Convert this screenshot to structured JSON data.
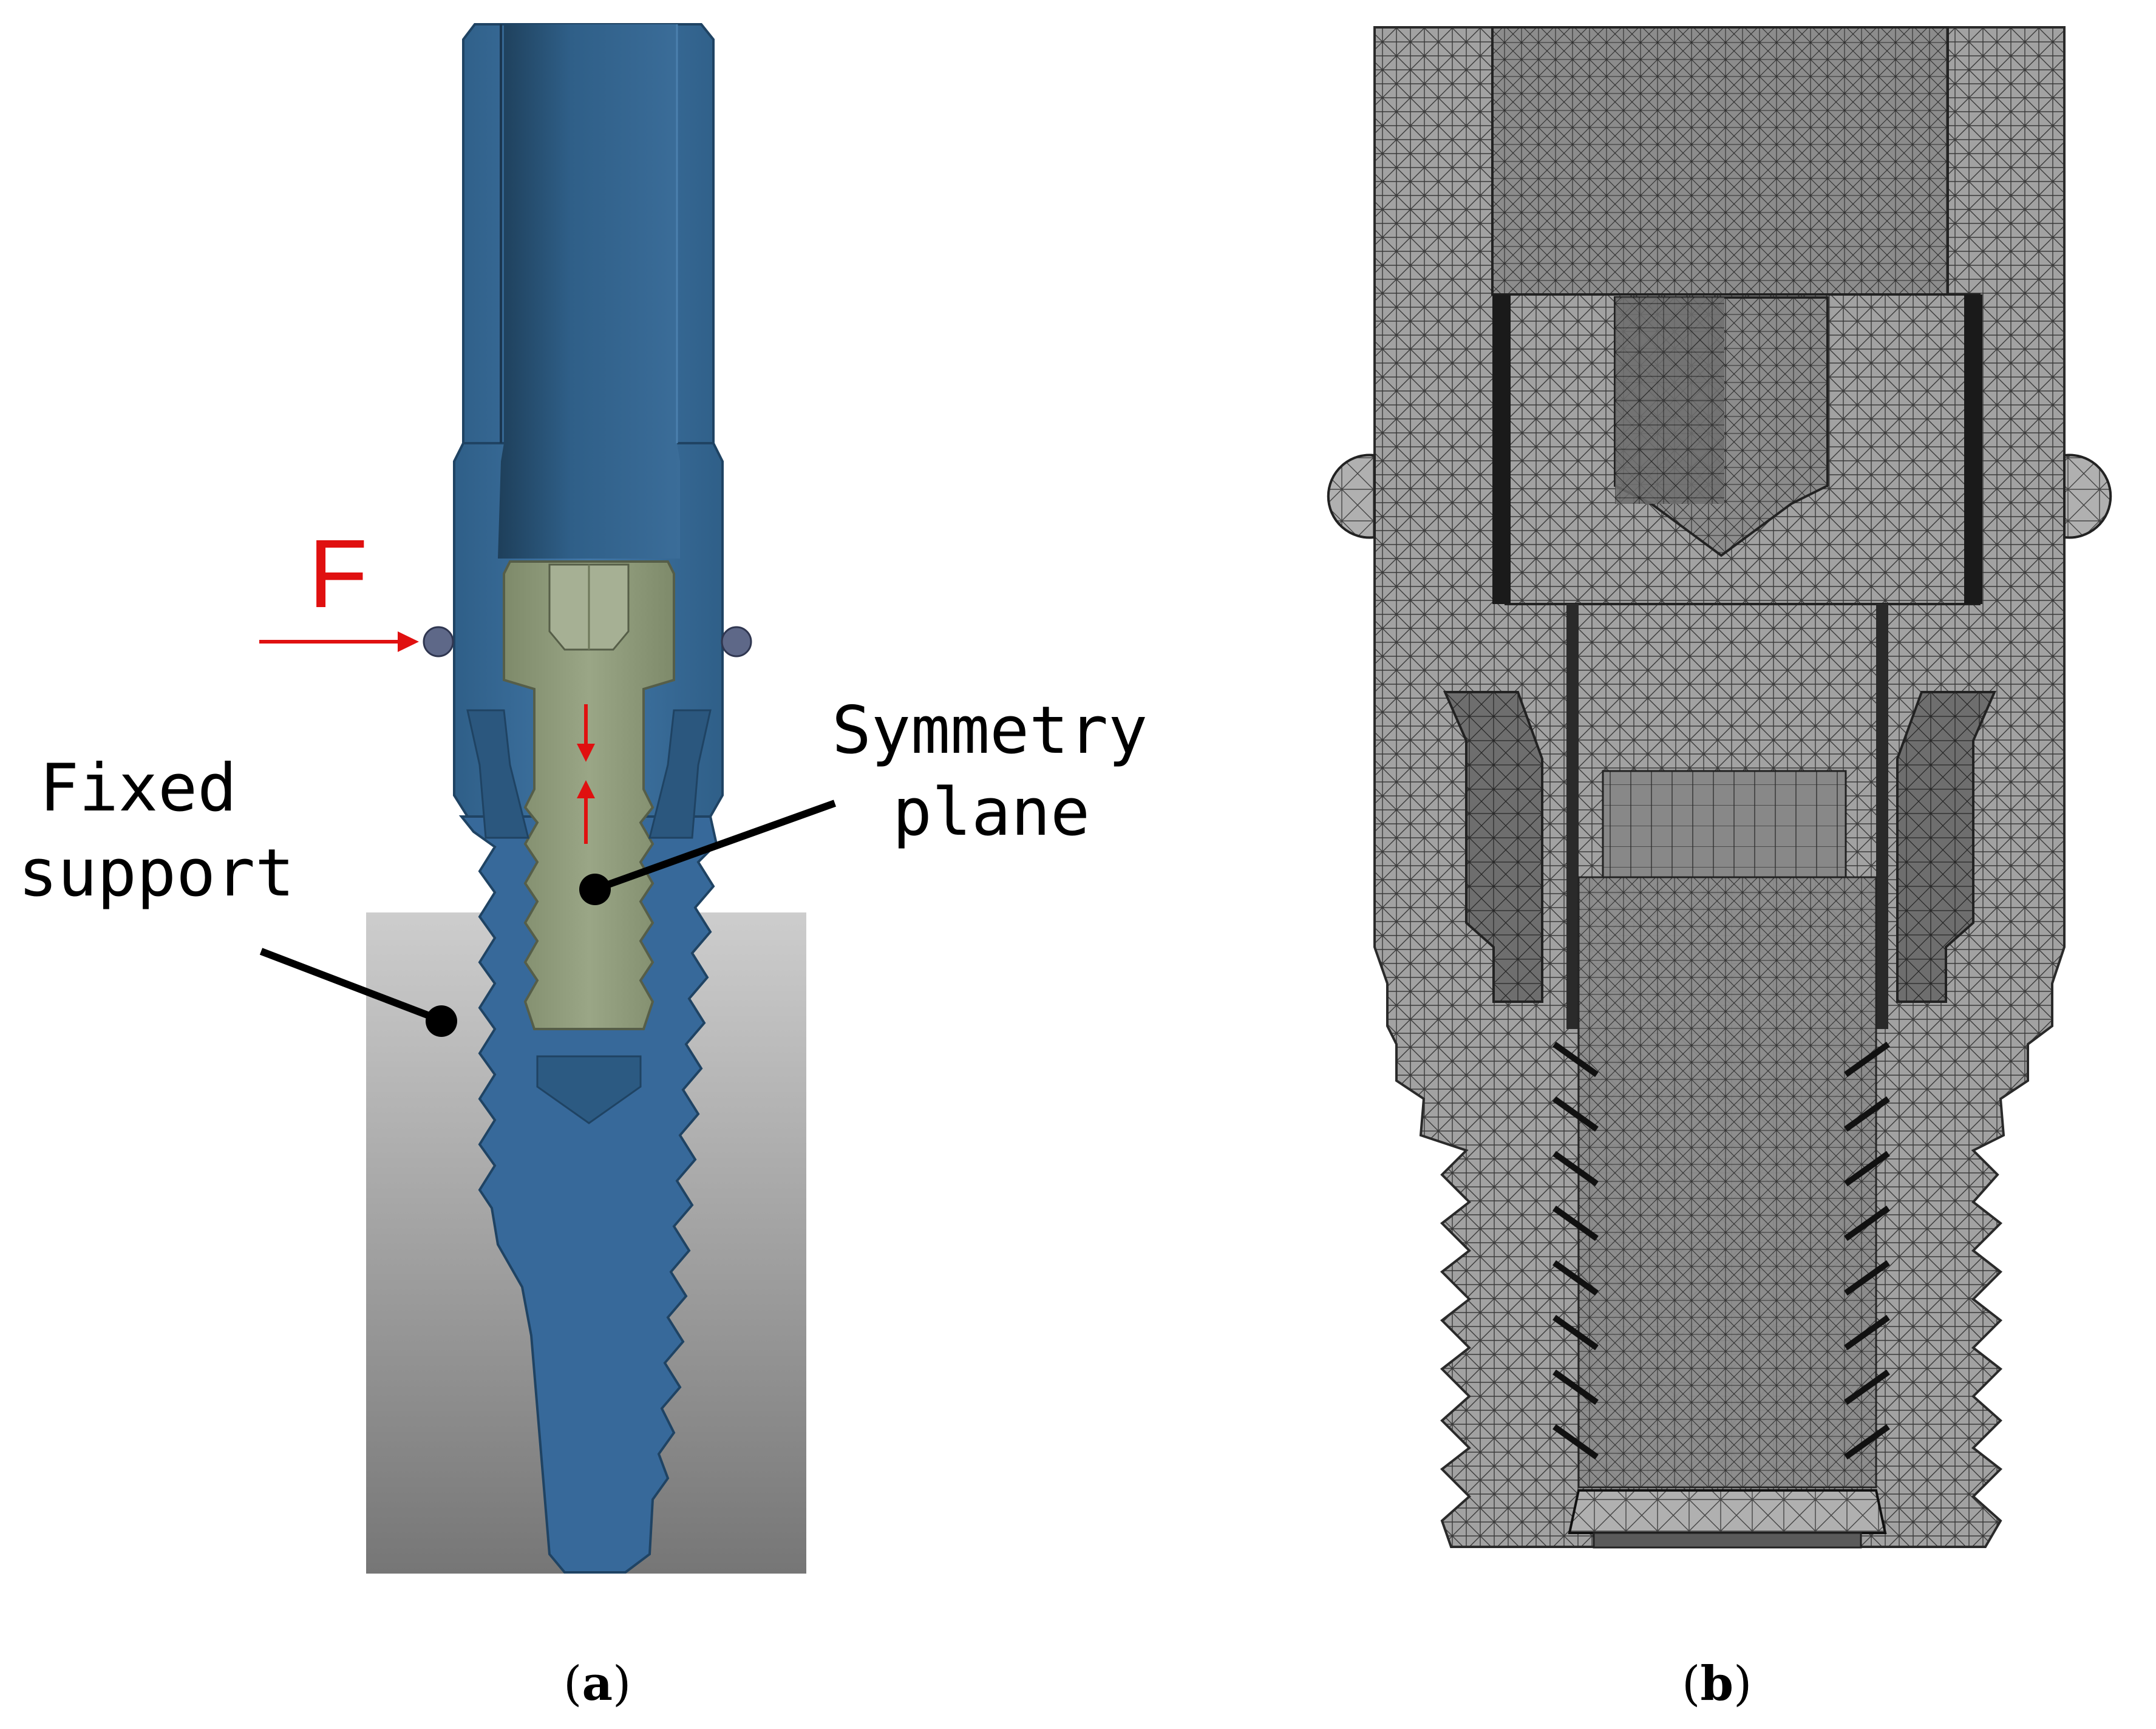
{
  "panel_a": {
    "caption_open": "(",
    "caption_letter": "a",
    "caption_close": ")",
    "force_label": "F",
    "fixed_support_line1": "Fixed",
    "fixed_support_line2": "support",
    "symmetry_line1": "Symmetry",
    "symmetry_line2": "plane"
  },
  "panel_b": {
    "caption_open": "(",
    "caption_letter": "b",
    "caption_close": ")"
  },
  "colors": {
    "implant_blue": "#3a6e9c",
    "implant_dark": "#27506f",
    "screw_olive": "#8f9b7a",
    "bone_top": "#cfcfcf",
    "bone_bottom": "#777777",
    "force_red": "#e01010",
    "mesh_gray": "#9a9a9a"
  }
}
